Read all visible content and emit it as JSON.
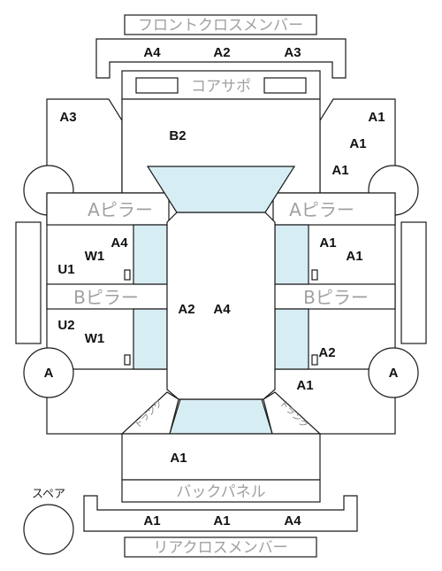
{
  "labels": {
    "front_cross_member": "フロントクロスメンバー",
    "core_support": "コアサポ",
    "a_pillar": "Aピラー",
    "b_pillar": "Bピラー",
    "back_panel": "バックパネル",
    "rear_cross_member": "リアクロスメンバー",
    "spare": "スペア",
    "trunk_left": "トランク",
    "trunk_right": "トランク"
  },
  "codes": {
    "front_member_left": "A4",
    "front_member_center": "A2",
    "front_member_right": "A3",
    "hood": "B2",
    "front_left_fender": "A3",
    "front_right_fender_1": "A1",
    "front_right_fender_2": "A1",
    "front_right_fender_3": "A1",
    "front_left_door_a": "A4",
    "front_left_door_w": "W1",
    "front_left_door_u": "U1",
    "front_right_door_a1": "A1",
    "front_right_door_a2": "A1",
    "rear_left_door_u": "U2",
    "rear_left_door_w": "W1",
    "rear_right_door_a": "A2",
    "roof_1": "A2",
    "roof_2": "A4",
    "rear_right_quarter": "A1",
    "trunk_lid": "A1",
    "rear_member_left": "A1",
    "rear_member_center": "A1",
    "rear_member_right": "A4",
    "left_rear_wheel": "A",
    "right_rear_wheel": "A"
  }
}
